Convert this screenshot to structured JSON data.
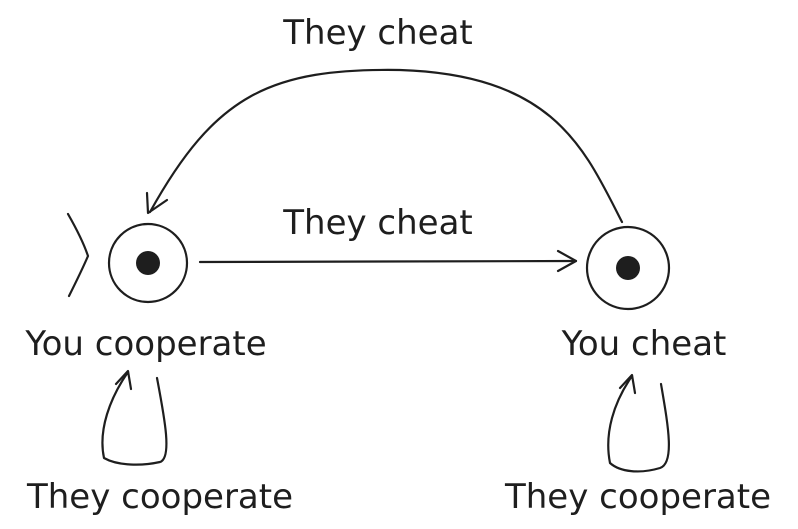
{
  "diagram": {
    "states": [
      {
        "id": "cooperate",
        "label": "You cooperate",
        "initial": true
      },
      {
        "id": "cheat",
        "label": "You cheat",
        "initial": false
      }
    ],
    "transitions": [
      {
        "from": "cooperate",
        "to": "cheat",
        "label": "They cheat"
      },
      {
        "from": "cheat",
        "to": "cooperate",
        "label": "They cheat"
      },
      {
        "from": "cooperate",
        "to": "cooperate",
        "label": "They cooperate"
      },
      {
        "from": "cheat",
        "to": "cheat",
        "label": "They cooperate"
      }
    ]
  }
}
